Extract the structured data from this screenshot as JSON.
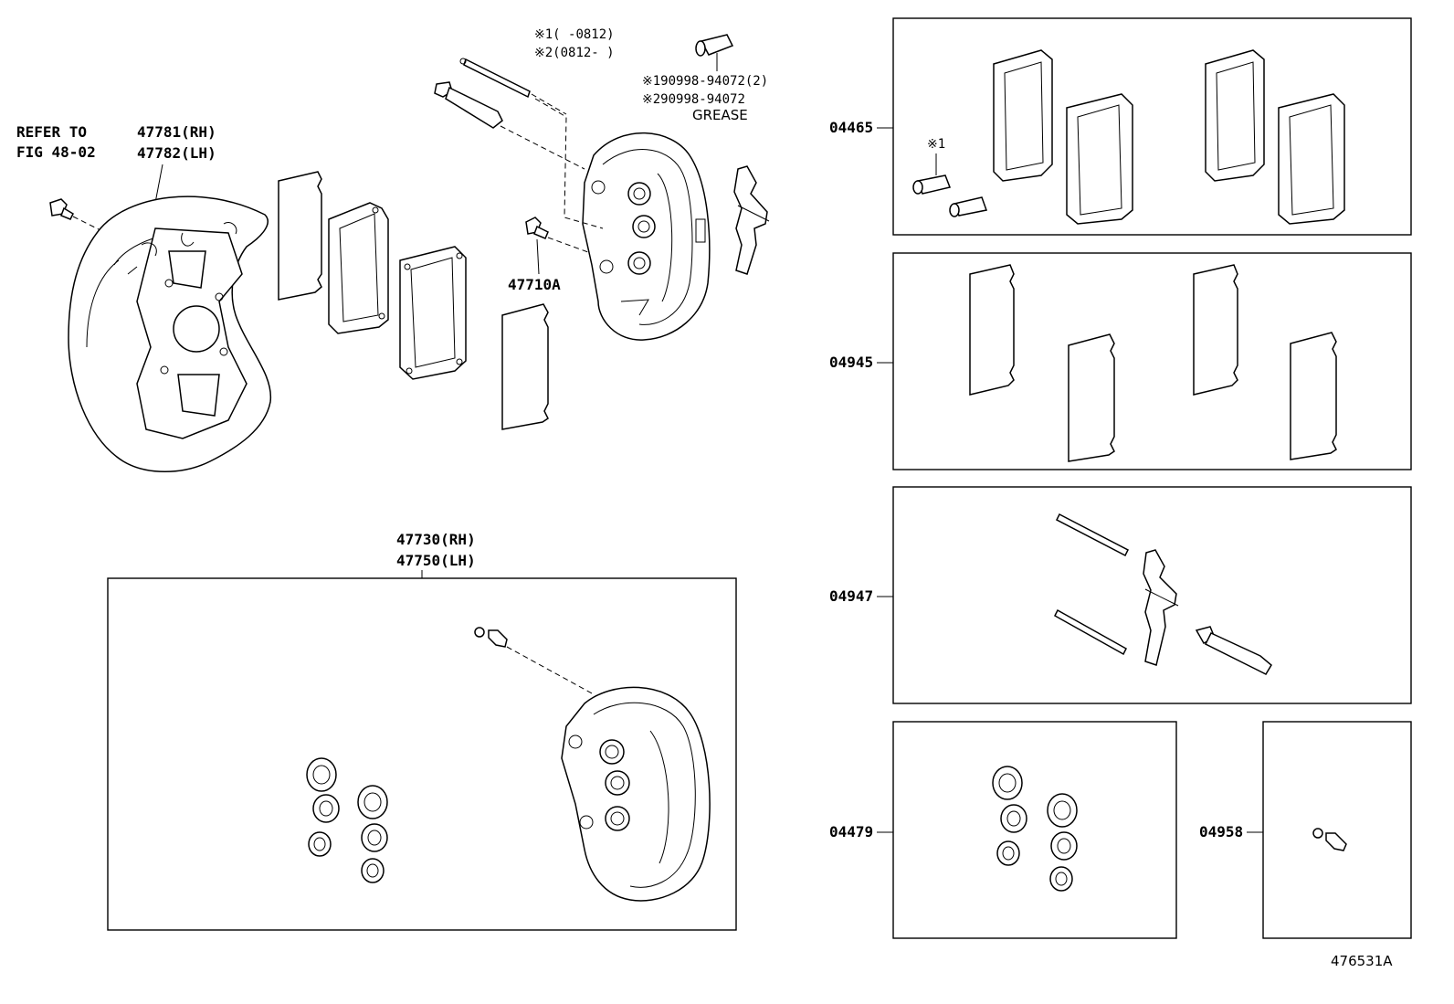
{
  "notes": {
    "note1": "※1(     -0812)",
    "note2": "※2(0812-     )",
    "grease1": "※190998-94072(2)",
    "grease2": "※290998-94072",
    "grease_label": "GREASE"
  },
  "labels": {
    "refer_line1": "REFER TO",
    "refer_line2": "FIG 48-02",
    "shield_rh": "47781(RH)",
    "shield_lh": "47782(LH)",
    "bolt": "47710A",
    "caliper_rh": "47730(RH)",
    "caliper_lh": "47750(LH)",
    "kit_pad": "04465",
    "kit_pad_note": "※1",
    "kit_shim": "04945",
    "kit_fitting": "04947",
    "kit_seal": "04479",
    "kit_bleeder": "04958",
    "diagram_id": "476531A"
  }
}
